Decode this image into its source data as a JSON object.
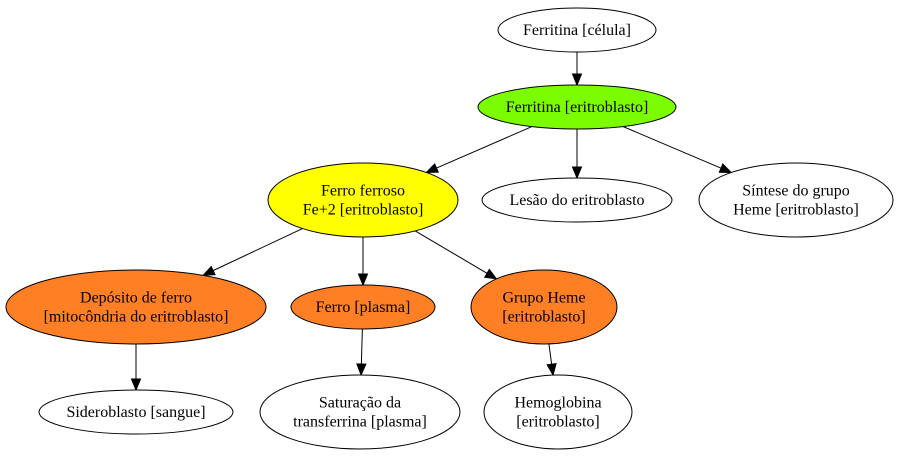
{
  "colors": {
    "white": "#ffffff",
    "green": "#7cfc00",
    "yellow": "#ffff00",
    "orange": "#ff7f24",
    "stroke": "#000000"
  },
  "nodes": {
    "ferritina_celula": {
      "lines": [
        "Ferritina [célula]"
      ],
      "fill": "#ffffff"
    },
    "ferritina_eritroblasto": {
      "lines": [
        "Ferritina [eritroblasto]"
      ],
      "fill": "#7cfc00"
    },
    "ferro_ferroso": {
      "lines": [
        "Ferro ferroso",
        "Fe+2 [eritroblasto]"
      ],
      "fill": "#ffff00"
    },
    "lesao_eritroblasto": {
      "lines": [
        "Lesão do eritroblasto"
      ],
      "fill": "#ffffff"
    },
    "sintese_grupo_heme": {
      "lines": [
        "Síntese do grupo",
        "Heme [eritroblasto]"
      ],
      "fill": "#ffffff"
    },
    "deposito_ferro": {
      "lines": [
        "Depósito de ferro",
        "[mitocôndria do eritroblasto]"
      ],
      "fill": "#ff7f24"
    },
    "ferro_plasma": {
      "lines": [
        "Ferro [plasma]"
      ],
      "fill": "#ff7f24"
    },
    "grupo_heme": {
      "lines": [
        "Grupo Heme",
        "[eritroblasto]"
      ],
      "fill": "#ff7f24"
    },
    "sideroblasto_sangue": {
      "lines": [
        "Sideroblasto [sangue]"
      ],
      "fill": "#ffffff"
    },
    "saturacao_transferrina": {
      "lines": [
        "Saturação da",
        "transferrina [plasma]"
      ],
      "fill": "#ffffff"
    },
    "hemoglobina": {
      "lines": [
        "Hemoglobina",
        "[eritroblasto]"
      ],
      "fill": "#ffffff"
    }
  },
  "edges": [
    {
      "from": "ferritina_celula",
      "to": "ferritina_eritroblasto"
    },
    {
      "from": "ferritina_eritroblasto",
      "to": "ferro_ferroso"
    },
    {
      "from": "ferritina_eritroblasto",
      "to": "lesao_eritroblasto"
    },
    {
      "from": "ferritina_eritroblasto",
      "to": "sintese_grupo_heme"
    },
    {
      "from": "ferro_ferroso",
      "to": "deposito_ferro"
    },
    {
      "from": "ferro_ferroso",
      "to": "ferro_plasma"
    },
    {
      "from": "ferro_ferroso",
      "to": "grupo_heme"
    },
    {
      "from": "deposito_ferro",
      "to": "sideroblasto_sangue"
    },
    {
      "from": "ferro_plasma",
      "to": "saturacao_transferrina"
    },
    {
      "from": "grupo_heme",
      "to": "hemoglobina"
    }
  ]
}
